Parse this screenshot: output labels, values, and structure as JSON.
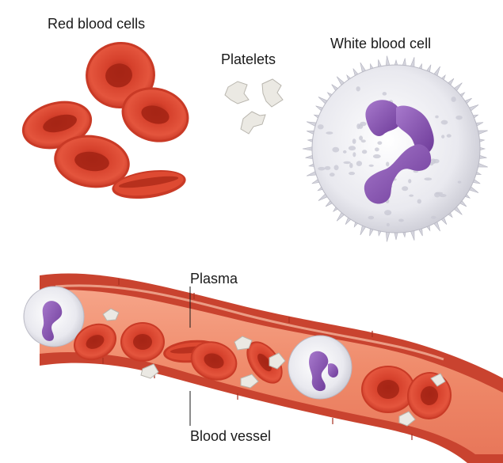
{
  "labels": {
    "red_blood_cells": "Red blood cells",
    "platelets": "Platelets",
    "white_blood_cell": "White blood cell",
    "plasma": "Plasma",
    "blood_vessel": "Blood vessel"
  },
  "colors": {
    "rbc": "#d9402c",
    "rbc_dark": "#b52a1c",
    "vessel_wall": "#c9432f",
    "plasma": "#f08a6c",
    "wbc": "#eeeef3",
    "nucleus": "#8d55b5",
    "platelet": "#e7e5df"
  }
}
